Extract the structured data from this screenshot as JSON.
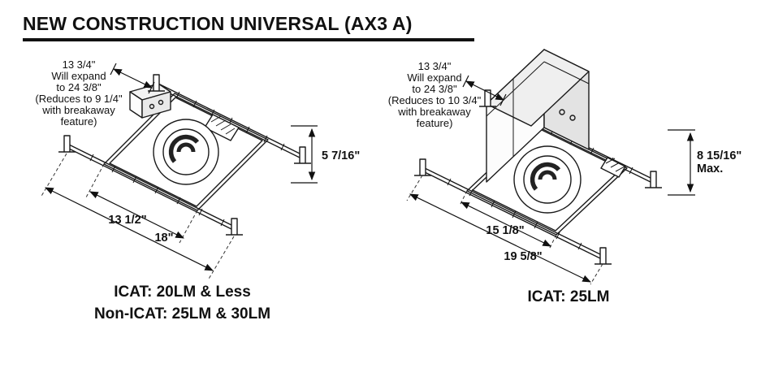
{
  "title": "NEW CONSTRUCTION UNIVERSAL (AX3 A)",
  "left": {
    "note": [
      "13 3/4\"",
      "Will expand",
      "to 24 3/8\"",
      "(Reduces to 9 1/4\"",
      "with breakaway",
      "feature)"
    ],
    "height_dim": "5 7/16\"",
    "width_inner": "13 1/2\"",
    "width_outer": "18\"",
    "caption": [
      "ICAT: 20LM & Less",
      "Non-ICAT: 25LM & 30LM"
    ]
  },
  "right": {
    "note": [
      "13 3/4\"",
      "Will expand",
      "to 24 3/8\"",
      "(Reduces to 10 3/4\"",
      "with breakaway",
      "feature)"
    ],
    "height_dim": "8 15/16\"",
    "height_dim_suffix": "Max.",
    "width_inner": "15 1/8\"",
    "width_outer": "19 5/8\"",
    "caption": [
      "ICAT: 25LM"
    ]
  }
}
